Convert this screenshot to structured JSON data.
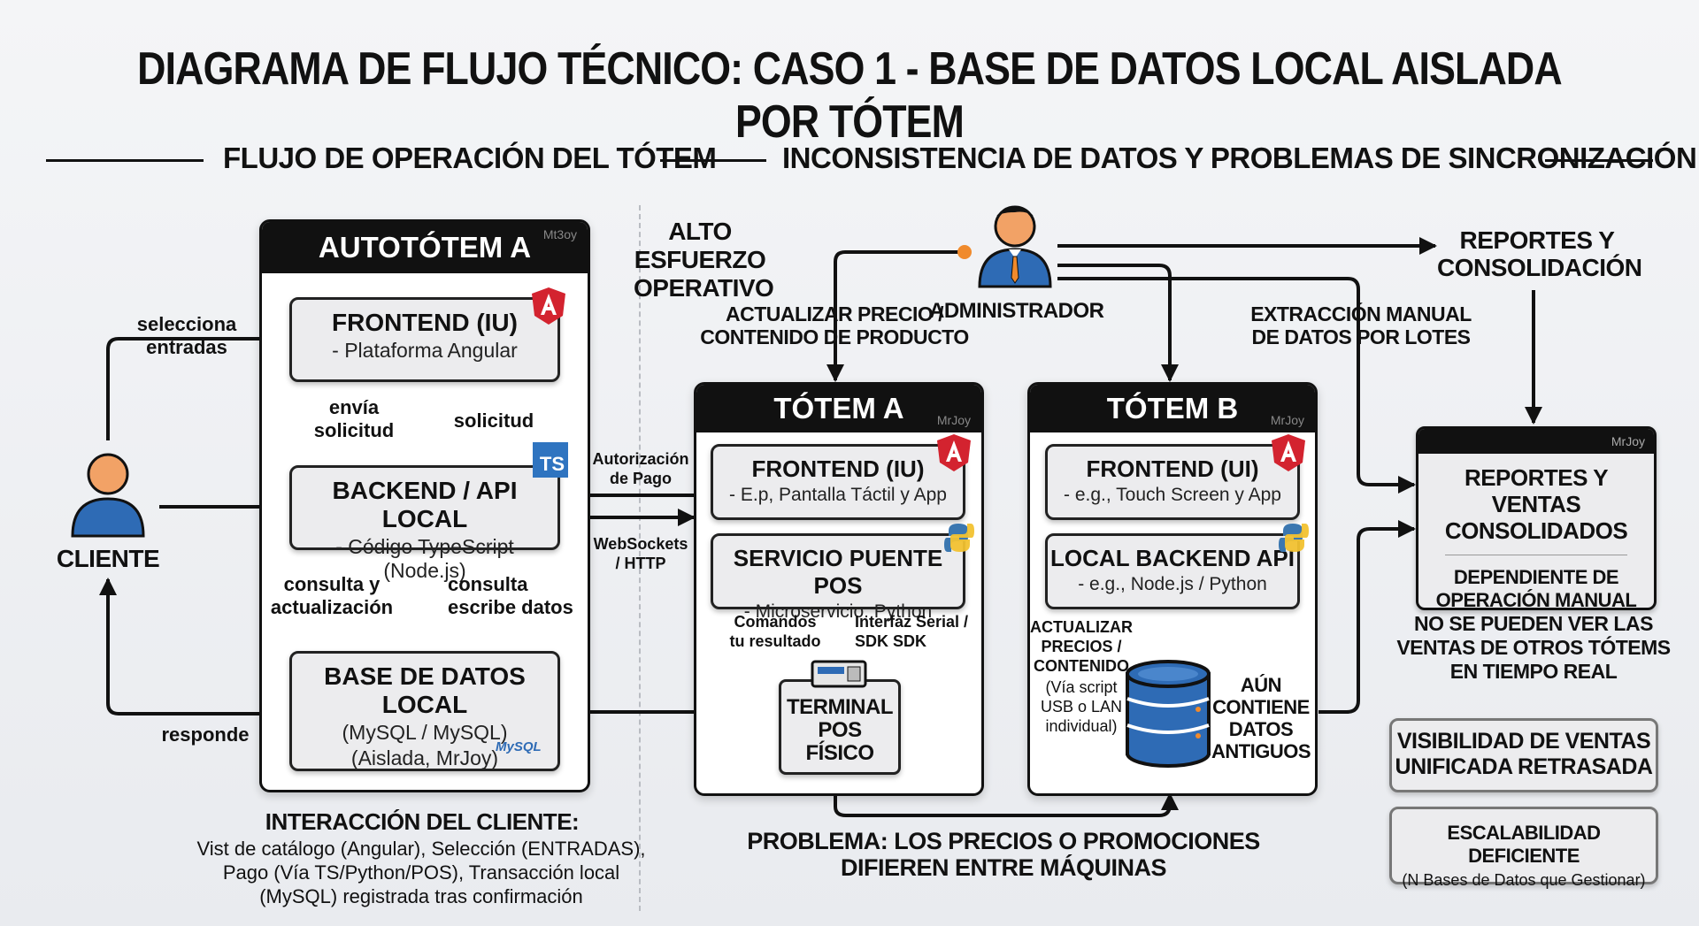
{
  "title": "DIAGRAMA DE FLUJO TÉCNICO: CASO 1 - BASE DE DATOS LOCAL AISLADA POR TÓTEM",
  "sections": {
    "left": "FLUJO DE OPERACIÓN DEL TÓTEM",
    "right": "INCONSISTENCIA DE DATOS Y PROBLEMAS DE SINCRONIZACIÓN"
  },
  "cliente": {
    "label": "CLIENTE"
  },
  "autototem": {
    "title": "AUTOTÓTEM A",
    "watermark": "Mt3oy",
    "frontend": {
      "title": "FRONTEND (IU)",
      "sub": "- Plataforma Angular"
    },
    "backend": {
      "title": "BACKEND / API LOCAL",
      "sub": "- Código TypeScript (Node.js)"
    },
    "db": {
      "title": "BASE DE DATOS LOCAL",
      "sub1": "(MySQL / MySQL)",
      "sub2": "(Aislada, MrJoy)",
      "logo_text": "MySQL"
    },
    "ts_badge": "TS"
  },
  "left_labels": {
    "selecciona": "selecciona\nentradas",
    "envia": "envía\nsolicitud",
    "solicitud": "solicitud",
    "consulta_act": "consulta y\nactualización",
    "consulta_esc": "consulta\nescribe datos",
    "responde": "responde"
  },
  "interaccion": {
    "title": "INTERACCIÓN DEL CLIENTE:",
    "body": "Vist de catálogo (Angular), Selección (ENTRADAS),\nPago (Vía TS/Python/POS), Transacción local\n(MySQL) registrada tras confirmación"
  },
  "alto_esfuerzo": "ALTO\nESFUERZO\nOPERATIVO",
  "admin": {
    "label": "ADMINISTRADOR",
    "actualizar": "ACTUALIZAR PRECIO /\nCONTENIDO DE PRODUCTO",
    "extraccion": "EXTRACCIÓN MANUAL\nDE DATOS POR LOTES"
  },
  "mid_labels": {
    "autorizacion": "Autorización\nde Pago",
    "websockets": "WebSockets\n/ HTTP",
    "comandos": "Comandos\ntu resultado",
    "interfaz": "Interfaz Serial /\nSDK SDK"
  },
  "totem_a": {
    "title": "TÓTEM A",
    "watermark": "MrJoy",
    "frontend": {
      "title": "FRONTEND (IU)",
      "sub": "- E.p, Pantalla Táctil y App"
    },
    "servicio": {
      "title": "SERVICIO PUENTE POS",
      "sub": "- Microservicio: Python"
    },
    "terminal": "TERMINAL\nPOS\nFÍSICO"
  },
  "totem_b": {
    "title": "TÓTEM B",
    "watermark": "MrJoy",
    "frontend": {
      "title": "FRONTEND (UI)",
      "sub": "- e.g., Touch Screen y App"
    },
    "backend": {
      "title": "LOCAL BACKEND API",
      "sub": "- e.g., Node.js / Python"
    },
    "actualizar": "ACTUALIZAR\nPRECIOS /\nCONTENIDO",
    "actualizar_sub": "(Vía script\nUSB o LAN\nindividual)",
    "aun": "AÚN\nCONTIENE\nDATOS\nANTIGUOS"
  },
  "problema": "PROBLEMA: LOS PRECIOS O PROMOCIONES\nDIFIEREN ENTRE MÁQUINAS",
  "reportes": {
    "heading": "REPORTES Y\nCONSOLIDACIÓN",
    "watermark": "MrJoy",
    "title": "REPORTES Y VENTAS\nCONSOLIDADOS",
    "sub": "DEPENDIENTE DE\nOPERACIÓN MANUAL",
    "note": "NO SE PUEDEN VER LAS\nVENTAS DE OTROS TÓTEMS\nEN TIEMPO REAL"
  },
  "visibilidad": "VISIBILIDAD DE VENTAS\nUNIFICADA RETRASADA",
  "escalabilidad": {
    "title": "ESCALABILIDAD DEFICIENTE",
    "sub": "(N Bases de Datos que Gestionar)"
  },
  "colors": {
    "accent_blue": "#2e6bb5",
    "angular_red": "#d3232f",
    "ts_blue": "#2f74c0",
    "dark": "#111111",
    "orange": "#f08a2c"
  }
}
